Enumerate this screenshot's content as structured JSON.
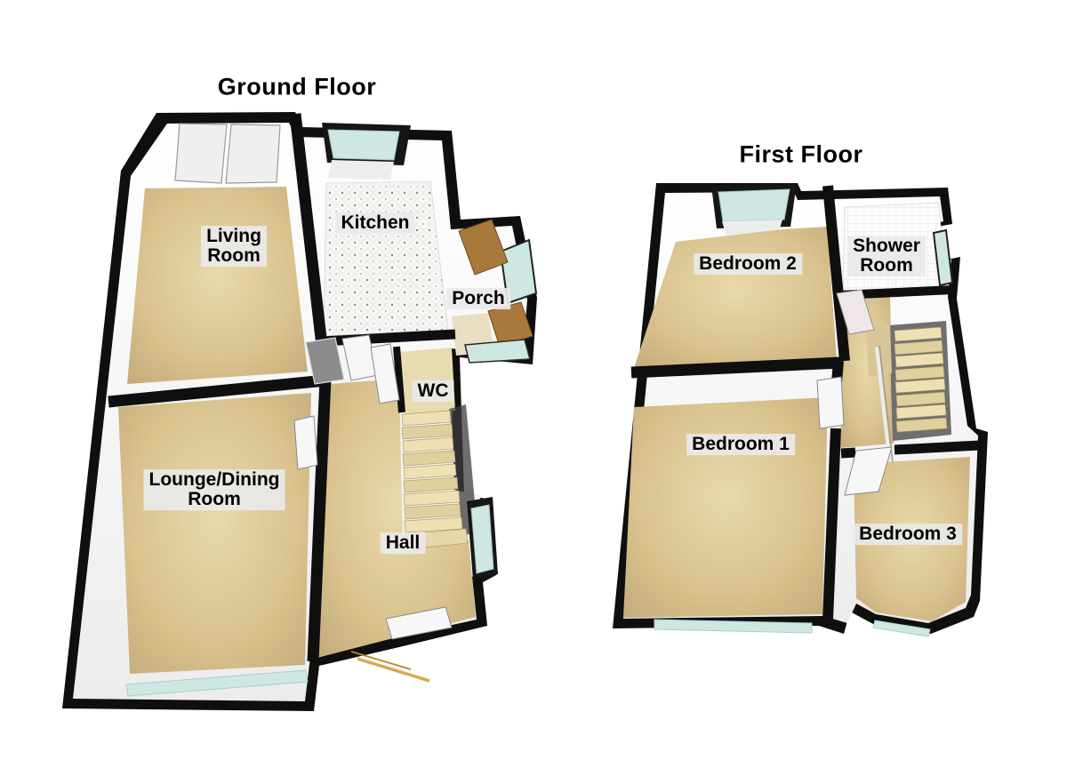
{
  "ground_floor": {
    "title": "Ground Floor",
    "rooms": [
      {
        "name": "living-room",
        "label": "Living\nRoom"
      },
      {
        "name": "kitchen",
        "label": "Kitchen"
      },
      {
        "name": "porch",
        "label": "Porch"
      },
      {
        "name": "wc",
        "label": "WC"
      },
      {
        "name": "hall",
        "label": "Hall"
      },
      {
        "name": "lounge-dining-room",
        "label": "Lounge/Dining\nRoom"
      }
    ]
  },
  "first_floor": {
    "title": "First Floor",
    "rooms": [
      {
        "name": "bedroom-2",
        "label": "Bedroom 2"
      },
      {
        "name": "shower-room",
        "label": "Shower\nRoom"
      },
      {
        "name": "bedroom-1",
        "label": "Bedroom 1"
      },
      {
        "name": "bedroom-3",
        "label": "Bedroom 3"
      }
    ]
  },
  "colors": {
    "wall": "#0f0f0f",
    "wall_face": "#fcfcfc",
    "carpet": "#d9c28e",
    "tile": "#f6f6f4",
    "window_glass": "#cfe7e2",
    "wood_door": "#a9793c",
    "stair_tread": "#e8d9ac",
    "background": "#ffffff"
  }
}
